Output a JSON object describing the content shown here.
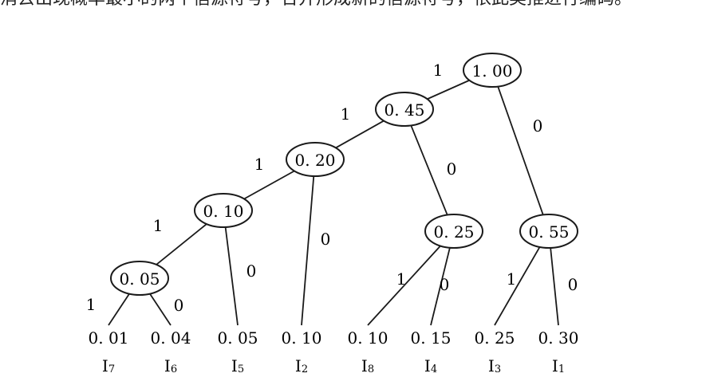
{
  "header_fragment": "消去出现概率最小的两个信源符号，合并形成新的信源符号，依此类推进行编码。",
  "nodes": [
    {
      "id": "n100",
      "label": "1. 00"
    },
    {
      "id": "n045",
      "label": "0. 45"
    },
    {
      "id": "n020",
      "label": "0. 20"
    },
    {
      "id": "n010",
      "label": "0. 10"
    },
    {
      "id": "n005",
      "label": "0. 05"
    },
    {
      "id": "n025",
      "label": "0. 25"
    },
    {
      "id": "n055",
      "label": "0. 55"
    }
  ],
  "leaves": [
    {
      "id": "I7",
      "value": "0. 01",
      "symbol": "I",
      "sub": "7"
    },
    {
      "id": "I6",
      "value": "0. 04",
      "symbol": "I",
      "sub": "6"
    },
    {
      "id": "I5",
      "value": "0. 05",
      "symbol": "I",
      "sub": "5"
    },
    {
      "id": "I2",
      "value": "0. 10",
      "symbol": "I",
      "sub": "2"
    },
    {
      "id": "I8",
      "value": "0. 10",
      "symbol": "I",
      "sub": "8"
    },
    {
      "id": "I4",
      "value": "0. 15",
      "symbol": "I",
      "sub": "4"
    },
    {
      "id": "I3",
      "value": "0. 25",
      "symbol": "I",
      "sub": "3"
    },
    {
      "id": "I1",
      "value": "0. 30",
      "symbol": "I",
      "sub": "1"
    }
  ],
  "edges": [
    {
      "from": "n100",
      "to": "n045",
      "label": "1"
    },
    {
      "from": "n100",
      "to": "n055",
      "label": "0"
    },
    {
      "from": "n045",
      "to": "n020",
      "label": "1"
    },
    {
      "from": "n045",
      "to": "n025",
      "label": "0"
    },
    {
      "from": "n020",
      "to": "n010",
      "label": "1"
    },
    {
      "from": "n020",
      "to": "I2",
      "label": "0"
    },
    {
      "from": "n010",
      "to": "n005",
      "label": "1"
    },
    {
      "from": "n010",
      "to": "I5",
      "label": "0"
    },
    {
      "from": "n005",
      "to": "I7",
      "label": "1"
    },
    {
      "from": "n005",
      "to": "I6",
      "label": "0"
    },
    {
      "from": "n025",
      "to": "I8",
      "label": "1"
    },
    {
      "from": "n025",
      "to": "I4",
      "label": "0"
    },
    {
      "from": "n055",
      "to": "I3",
      "label": "1"
    },
    {
      "from": "n055",
      "to": "I1",
      "label": "0"
    }
  ]
}
